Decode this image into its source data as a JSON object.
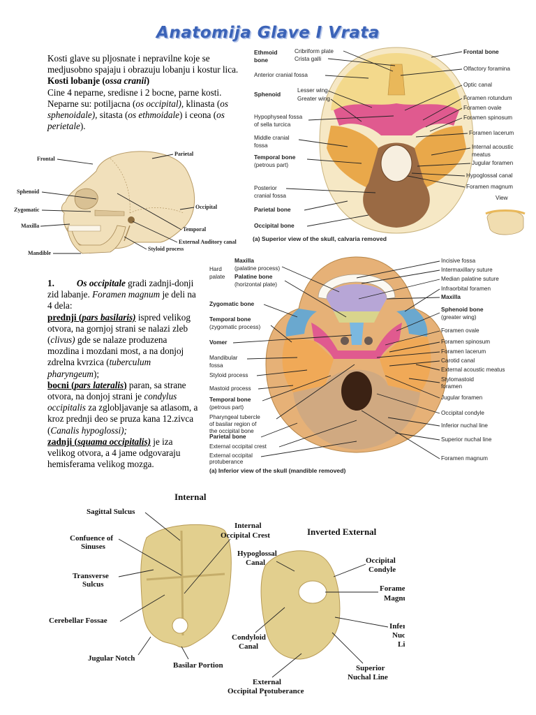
{
  "title": "Anatomija Glave I Vrata",
  "intro": {
    "line1": "Kosti glave su pljosnate i nepravilne koje se medjusobno spajaju i obrazuju lobanju i kostur lica.",
    "heading_prefix": "Kosti lobanje (",
    "heading_latin": "ossa cranii",
    "heading_suffix": ")",
    "line2a": "Cine 4 neparne, sredisne i 2 bocne, parne kosti. Neparne su: potiljacna (",
    "os_occipital": "os occipital),",
    "line2b": " klinasta (",
    "os_sphenoidale": "os sphenoidale),",
    "line2c": " sitasta (",
    "os_ethmoidale": "os ethmoidale",
    "line2d": ") i ceona (",
    "os_perietale": "os perietale",
    "line2e": ")."
  },
  "section1": {
    "number": "1.",
    "os_occipitale": "Os occipitale",
    "t1": " gradi zadnji-donji zid labanje. ",
    "foramen": "Foramen magnum",
    "t2": " je deli na 4 dela:",
    "prednji": "prednji (",
    "pars_basilaris": "pars basilaris)",
    "t3": " ispred velikog otvora, na gornjoj strani se nalazi zleb (",
    "clivus": "clivus)",
    "t4": " gde se nalaze produzena mozdina i mozdani most, a na donjoj zdrelna kvrzica (",
    "tuberculum": "tuberculum pharyngeum",
    "t5": ");",
    "bocni": "bocni (",
    "pars_lateralis": "pars lateralis",
    "bocni_close": ")",
    "t6": " paran, sa strane otvora, na donjoj strani je ",
    "condylus": "condylus occipitalis",
    "t7": " za zglobljavanje sa atlasom, a kroz prednji deo se pruza kana 12.zivca (",
    "canalis": "Canalis hypoglossi);",
    "zadnji": "zadnji (",
    "squama": "squama occipitalis)",
    "t8": " je iza velikog otvora, a 4 jame odgovaraju hemisferama velikog mozga."
  },
  "skull_labels": {
    "frontal": "Frontal",
    "parietal": "Parietal",
    "sphenoid": "Sphenoid",
    "occipital": "Occipital",
    "zygomatic": "Zygomatic",
    "maxilla": "Maxilla",
    "temporal": "Temporal",
    "ext_auditory": "External Auditory canal",
    "styloid": "Styloid process",
    "mandible": "Mandible"
  },
  "sup_labels": {
    "ethmoid": "Ethmoid",
    "bone": "bone",
    "cribriform": "Cribriform plate",
    "crista": "Crista galli",
    "anterior_fossa": "Anterior cranial fossa",
    "sphenoid": "Sphenoid",
    "lesser": "Lesser wing",
    "greater": "Greater wing",
    "hypophyseal1": "Hypophyseal fossa",
    "hypophyseal2": "of sella turcica",
    "middle1": "Middle cranial",
    "middle2": "fossa",
    "temporal1": "Temporal bone",
    "temporal2": "(petrous part)",
    "posterior1": "Posterior",
    "posterior2": "cranial fossa",
    "parietal": "Parietal bone",
    "occipital": "Occipital bone",
    "frontal": "Frontal bone",
    "olfactory": "Olfactory foramina",
    "optic": "Optic canal",
    "rotundum": "Foramen rotundum",
    "ovale": "Foramen ovale",
    "spinosum": "Foramen spinosum",
    "lacerum": "Foramen lacerum",
    "int_acoustic1": "Internal acoustic",
    "int_acoustic2": "meatus",
    "jugular": "Jugular foramen",
    "hypoglossal": "Hypoglossal canal",
    "magnum": "Foramen magnum",
    "view": "View",
    "caption": "(a) Superior view of the skull, calvaria removed"
  },
  "inf_labels": {
    "hard1": "Hard",
    "hard2": "palate",
    "maxilla1": "Maxilla",
    "maxilla2": "(palatine process)",
    "palatine1": "Palatine bone",
    "palatine2": "(horizontal plate)",
    "zygomatic": "Zygomatic bone",
    "temporal1": "Temporal bone",
    "temporal2": "(zygomatic process)",
    "vomer": "Vomer",
    "mandibular1": "Mandibular",
    "mandibular2": "fossa",
    "styloid": "Styloid process",
    "mastoid": "Mastoid process",
    "temporal3": "Temporal bone",
    "temporal4": "(petrous part)",
    "pharyngeal1": "Pharyngeal tubercle",
    "pharyngeal2": "of basilar region of",
    "pharyngeal3": "the occipital bone",
    "parietal": "Parietal bone",
    "ext_crest": "External occipital crest",
    "ext_prot1": "External occipital",
    "ext_prot2": "protuberance",
    "incisive": "Incisive fossa",
    "intermaxillary": "Intermaxillary suture",
    "median": "Median palatine suture",
    "infraorbital": "Infraorbital foramen",
    "maxilla": "Maxilla",
    "sphenoid1": "Sphenoid bone",
    "sphenoid2": "(greater wing)",
    "ovale": "Foramen ovale",
    "spinosum": "Foramen spinosum",
    "lacerum": "Foramen lacerum",
    "carotid": "Carotid canal",
    "ext_acoustic": "External acoustic meatus",
    "stylomastoid1": "Stylomastoid",
    "stylomastoid2": "foramen",
    "jugular": "Jugular foramen",
    "condyle": "Occipital condyle",
    "inf_nuchal": "Inferior nuchal line",
    "sup_nuchal": "Superior nuchal line",
    "magnum": "Foramen magnum",
    "caption": "(a) Inferior view of the skull (mandible removed)"
  },
  "occ_labels": {
    "internal": "Internal",
    "inverted": "Inverted External",
    "sagittal": "Sagittal Sulcus",
    "confluence1": "Confuence of",
    "confluence2": "Sinuses",
    "transverse1": "Transverse",
    "transverse2": "Sulcus",
    "cerebellar": "Cerebellar Fossae",
    "jugular": "Jugular Notch",
    "basilar": "Basilar Portion",
    "int_crest1": "Internal",
    "int_crest2": "Occipital Crest",
    "hypoglossal1": "Hypoglossal",
    "hypoglossal2": "Canal",
    "condyle1": "Occipital",
    "condyle2": "Condyle",
    "magnum1": "Foramen",
    "magnum2": "Magnum",
    "condyloid1": "Condyloid",
    "condyloid2": "Canal",
    "inf_nuchal1": "Inferior",
    "inf_nuchal2": "Nuchal",
    "inf_nuchal3": "Line",
    "sup_nuchal1": "Superior",
    "sup_nuchal2": "Nuchal Line",
    "ext_prot1": "External",
    "ext_prot2": "Occipital Protuberance"
  },
  "page_number": "1",
  "colors": {
    "title": "#3b63b8",
    "bone": "#e9d6a6",
    "bone_dark": "#c9b37e",
    "frontal": "#f4e3b0",
    "sphenoid": "#e05a8f",
    "temporal": "#e9a84a",
    "occipital": "#9a6a44",
    "parietal": "#f2c06d",
    "ethmoid": "#efc36a",
    "maxilla": "#b7a6d6",
    "palatine": "#d9d48c",
    "vomer": "#7bb8e0",
    "zygomatic": "#6aa8cf"
  }
}
